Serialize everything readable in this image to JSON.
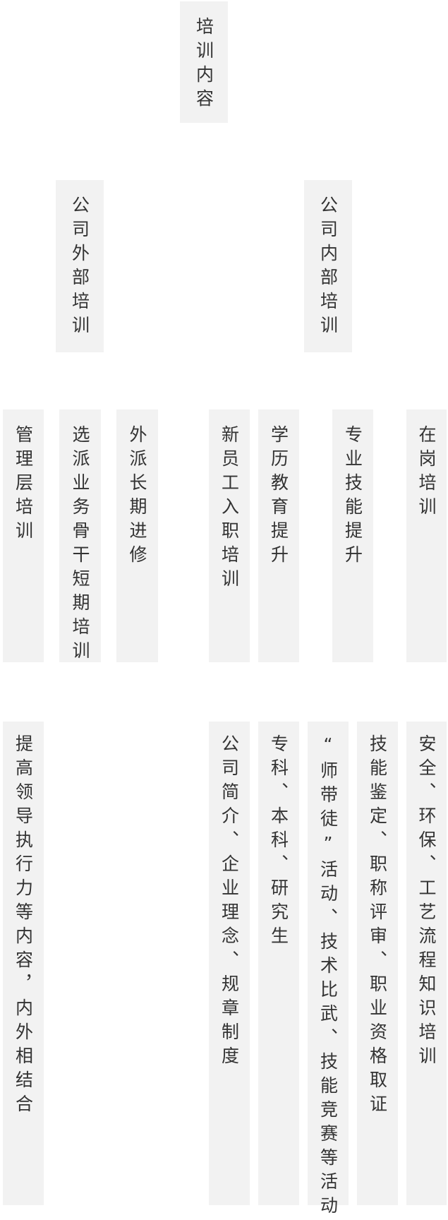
{
  "root": {
    "label": "培训内容"
  },
  "branches": {
    "external": {
      "label": "公司外部培训"
    },
    "internal": {
      "label": "公司内部培训"
    }
  },
  "categories": [
    {
      "label": "管理层培训"
    },
    {
      "label": "选派业务骨干短期培训"
    },
    {
      "label": "外派长期进修"
    },
    {
      "label": "新员工入职培训"
    },
    {
      "label": "学历教育提升"
    },
    {
      "label": "专业技能提升"
    },
    {
      "label": "在岗培训"
    }
  ],
  "details": [
    {
      "label": "提高领导执行力等内容，内外相结合"
    },
    {
      "label": "公司简介、企业理念、规章制度"
    },
    {
      "label": "专科、本科、研究生"
    },
    {
      "label": "“师带徒”活动、技术比武、技能竞赛等活动"
    },
    {
      "label": "技能鉴定、职称评审、职业资格取证"
    },
    {
      "label": "安全、环保、工艺流程知识培训"
    }
  ]
}
